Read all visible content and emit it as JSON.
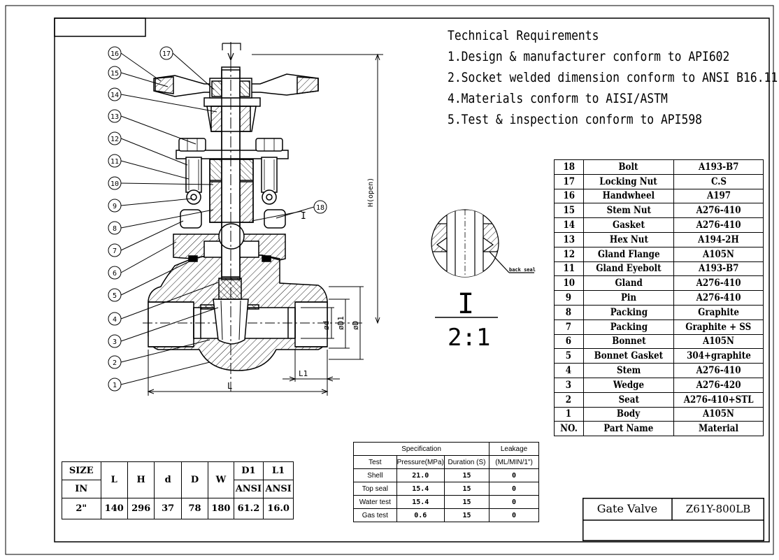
{
  "requirements": {
    "heading": "Technical Requirements",
    "items": [
      "1.Design & manufacturer conform to API602",
      "2.Socket welded dimension conform to ANSI B16.11",
      "4.Materials conform to AISI/ASTM",
      "5.Test & inspection conform to API598"
    ]
  },
  "parts": {
    "header": {
      "no": "NO.",
      "name": "Part Name",
      "material": "Material"
    },
    "rows": [
      {
        "no": "18",
        "name": "Bolt",
        "material": "A193-B7"
      },
      {
        "no": "17",
        "name": "Locking Nut",
        "material": "C.S"
      },
      {
        "no": "16",
        "name": "Handwheel",
        "material": "A197"
      },
      {
        "no": "15",
        "name": "Stem Nut",
        "material": "A276-410"
      },
      {
        "no": "14",
        "name": "Gasket",
        "material": "A276-410"
      },
      {
        "no": "13",
        "name": "Hex Nut",
        "material": "A194-2H"
      },
      {
        "no": "12",
        "name": "Gland Flange",
        "material": "A105N"
      },
      {
        "no": "11",
        "name": "Gland Eyebolt",
        "material": "A193-B7"
      },
      {
        "no": "10",
        "name": "Gland",
        "material": "A276-410"
      },
      {
        "no": "9",
        "name": "Pin",
        "material": "A276-410"
      },
      {
        "no": "8",
        "name": "Packing",
        "material": "Graphite"
      },
      {
        "no": "7",
        "name": "Packing",
        "material": "Graphite + SS"
      },
      {
        "no": "6",
        "name": "Bonnet",
        "material": "A105N"
      },
      {
        "no": "5",
        "name": "Bonnet Gasket",
        "material": "304+graphite"
      },
      {
        "no": "4",
        "name": "Stem",
        "material": "A276-410"
      },
      {
        "no": "3",
        "name": "Wedge",
        "material": "A276-420"
      },
      {
        "no": "2",
        "name": "Seat",
        "material": "A276-410+STL"
      },
      {
        "no": "1",
        "name": "Body",
        "material": "A105N"
      }
    ]
  },
  "dimensions": {
    "size_label": "SIZE",
    "in_label": "IN",
    "cols": {
      "L": "L",
      "H": "H",
      "d": "d",
      "D": "D",
      "W": "W",
      "D1": "D1",
      "L1": "L1"
    },
    "ansi": "ANSI",
    "row": {
      "size": "2\"",
      "L": "140",
      "H": "296",
      "d": "37",
      "D": "78",
      "W": "180",
      "D1": "61.2",
      "L1": "16.0"
    }
  },
  "specification": {
    "title": "Specification",
    "leakage": "Leakage",
    "col_test": "Test",
    "col_pressure": "Pressure(MPa)",
    "col_duration": "Duration (S)",
    "col_leak_unit": "(ML/MIN/1\")",
    "rows": [
      {
        "test": "Shell",
        "pressure": "21.0",
        "duration": "15",
        "leak": "0"
      },
      {
        "test": "Top seal",
        "pressure": "15.4",
        "duration": "15",
        "leak": "0"
      },
      {
        "test": "Water test",
        "pressure": "15.4",
        "duration": "15",
        "leak": "0"
      },
      {
        "test": "Gas test",
        "pressure": "0.6",
        "duration": "15",
        "leak": "0"
      }
    ]
  },
  "title_block": {
    "name": "Gate Valve",
    "model": "Z61Y-800LB"
  },
  "detail": {
    "label": "I",
    "scale": "2:1",
    "note": "back seal",
    "section_mark": "I"
  },
  "drawing_dims": {
    "H": "H(open)",
    "L": "L",
    "L1": "L1",
    "d": "ød",
    "D1": "øD1",
    "D": "øD"
  },
  "balloons": [
    "16",
    "15",
    "14",
    "13",
    "12",
    "11",
    "10",
    "9",
    "8",
    "7",
    "6",
    "5",
    "4",
    "3",
    "2",
    "1",
    "17",
    "18"
  ]
}
